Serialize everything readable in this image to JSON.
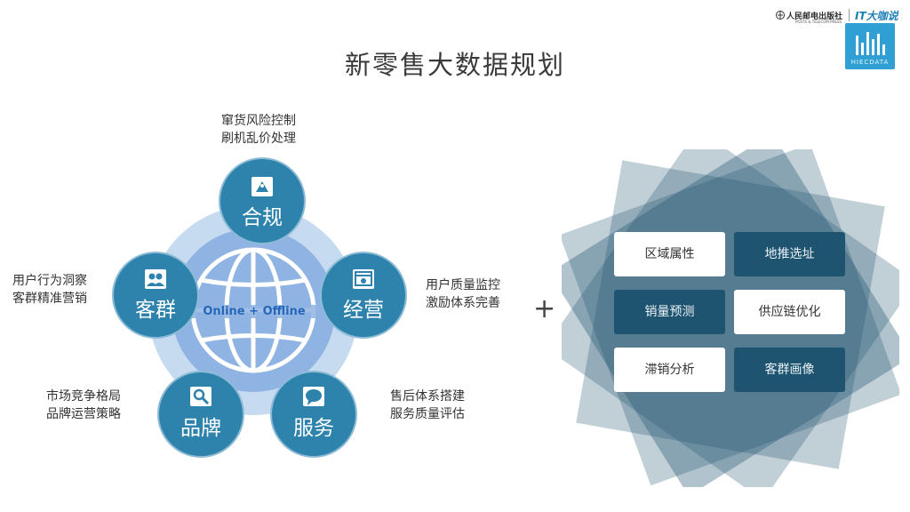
{
  "title": "新零售大数据规划",
  "logo": {
    "publisher": "人民邮电出版社",
    "publisher_en": "POSTS & TELECOM PRESS",
    "brand": "IT大咖说",
    "badge": "HIECDATA"
  },
  "center": {
    "globe_text": "Online + Offline"
  },
  "hubs": [
    {
      "label": "合规",
      "icon": "satellite-dish-icon",
      "desc": [
        "窜货风险控制",
        "刷机乱价处理"
      ]
    },
    {
      "label": "经营",
      "icon": "web-page-icon",
      "desc": [
        "用户质量监控",
        "激励体系完善"
      ]
    },
    {
      "label": "服务",
      "icon": "chat-bubble-icon",
      "desc": [
        "售后体系搭建",
        "服务质量评估"
      ]
    },
    {
      "label": "品牌",
      "icon": "magnifier-icon",
      "desc": [
        "市场竞争格局",
        "品牌运营策略"
      ]
    },
    {
      "label": "客群",
      "icon": "users-icon",
      "desc": [
        "用户行为洞察",
        "客群精准营销"
      ]
    }
  ],
  "plus": "+",
  "tiles": [
    {
      "label": "区域属性",
      "style": "light"
    },
    {
      "label": "地推选址",
      "style": "dark"
    },
    {
      "label": "销量预测",
      "style": "dark"
    },
    {
      "label": "供应链优化",
      "style": "light"
    },
    {
      "label": "滞销分析",
      "style": "light"
    },
    {
      "label": "客群画像",
      "style": "dark"
    }
  ],
  "colors": {
    "hub": "#2e83ac",
    "dark_tile": "#1f5470",
    "globe_halo": "#bcd5ee",
    "badge": "#2f9fd4"
  }
}
